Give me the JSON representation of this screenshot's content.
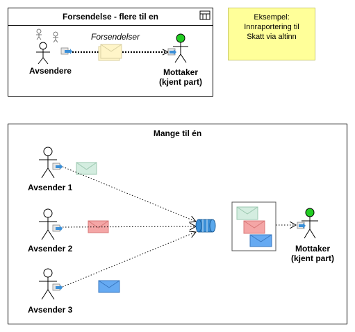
{
  "frame1": {
    "title": "Forsendelse - flere til en",
    "sender_label": "Avsendere",
    "message_label": "Forsendelser",
    "receiver_label_line1": "Mottaker",
    "receiver_label_line2": "(kjent part)"
  },
  "note": {
    "line1": "Eksempel:",
    "line2": "Innraportering til",
    "line3": "Skatt via altinn"
  },
  "frame2": {
    "title": "Mange til én",
    "sender1": "Avsender 1",
    "sender2": "Avsender 2",
    "sender3": "Avsender 3",
    "receiver_label_line1": "Mottaker",
    "receiver_label_line2": "(kjent part)"
  },
  "colors": {
    "envelope_yellow": "#fff5c8",
    "envelope_green": "#d4ede0",
    "envelope_red": "#f4a6a6",
    "envelope_blue": "#66aaf2",
    "receiver_head": "#22cc22",
    "queue_blue": "#3a8fd8",
    "note_bg": "#ffff99"
  }
}
